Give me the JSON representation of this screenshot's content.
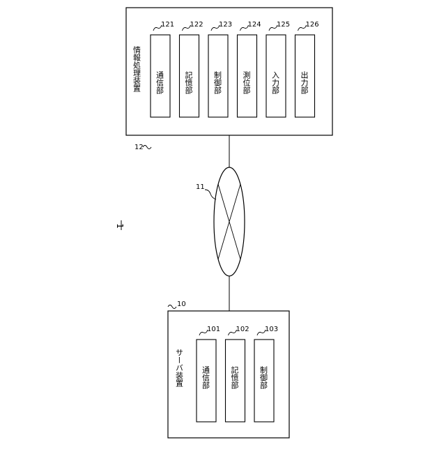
{
  "system": {
    "ref": "1"
  },
  "network": {
    "ref": "11"
  },
  "server": {
    "ref": "10",
    "title": "サーバ装置",
    "units": [
      {
        "ref": "101",
        "label": "通信部"
      },
      {
        "ref": "102",
        "label": "記憶部"
      },
      {
        "ref": "103",
        "label": "制御部"
      }
    ]
  },
  "info_device": {
    "ref": "12",
    "title": "情報処理装置",
    "units": [
      {
        "ref": "121",
        "label": "通信部"
      },
      {
        "ref": "122",
        "label": "記憶部"
      },
      {
        "ref": "123",
        "label": "制御部"
      },
      {
        "ref": "124",
        "label": "測位部"
      },
      {
        "ref": "125",
        "label": "入力部"
      },
      {
        "ref": "126",
        "label": "出力部"
      }
    ]
  }
}
